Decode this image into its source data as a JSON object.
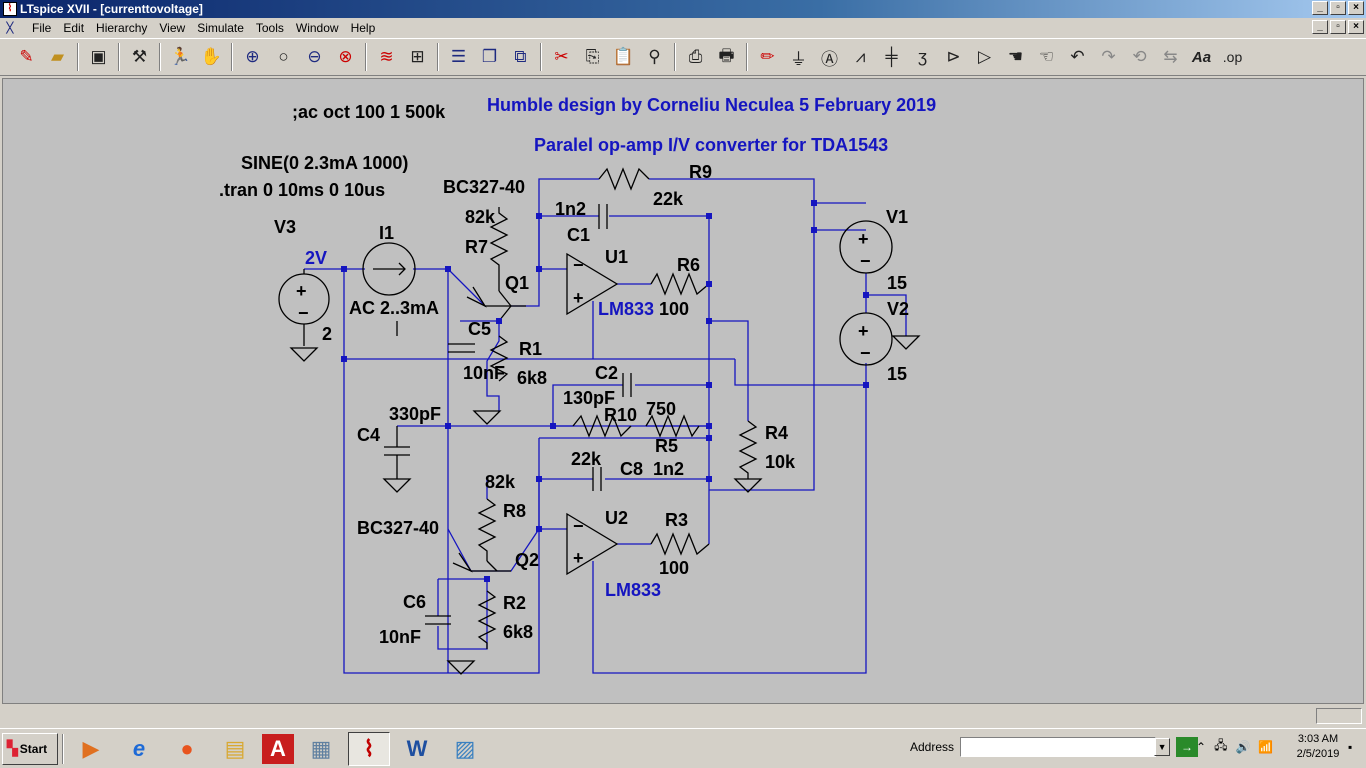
{
  "window": {
    "title": "LTspice XVII - [currenttovoltage]",
    "min_label": "_",
    "restore_label": "▫",
    "close_label": "×"
  },
  "menu": {
    "items": [
      "File",
      "Edit",
      "Hierarchy",
      "View",
      "Simulate",
      "Tools",
      "Window",
      "Help"
    ]
  },
  "toolbar": {
    "buttons": [
      {
        "name": "new-schematic-icon"
      },
      {
        "name": "open-icon"
      },
      {
        "name": "save-icon"
      },
      {
        "name": "control-panel-icon"
      },
      {
        "name": "run-icon"
      },
      {
        "name": "halt-icon"
      },
      {
        "name": "zoom-in-icon"
      },
      {
        "name": "zoom-pan-icon"
      },
      {
        "name": "zoom-out-icon"
      },
      {
        "name": "zoom-fit-icon"
      },
      {
        "name": "autoscale-icon"
      },
      {
        "name": "grid-icon"
      },
      {
        "name": "tile-horizontal-icon"
      },
      {
        "name": "cascade-icon"
      },
      {
        "name": "tile-vertical-icon"
      },
      {
        "name": "cut-icon"
      },
      {
        "name": "copy-icon"
      },
      {
        "name": "paste-icon"
      },
      {
        "name": "find-icon"
      },
      {
        "name": "print-setup-icon"
      },
      {
        "name": "print-icon"
      },
      {
        "name": "draw-wire-icon"
      },
      {
        "name": "ground-icon"
      },
      {
        "name": "label-net-icon"
      },
      {
        "name": "resistor-icon"
      },
      {
        "name": "capacitor-icon"
      },
      {
        "name": "inductor-icon"
      },
      {
        "name": "diode-icon"
      },
      {
        "name": "component-icon"
      },
      {
        "name": "move-icon"
      },
      {
        "name": "drag-icon"
      },
      {
        "name": "undo-icon"
      },
      {
        "name": "redo-icon"
      },
      {
        "name": "rotate-icon"
      },
      {
        "name": "mirror-icon"
      },
      {
        "name": "text-icon"
      },
      {
        "name": "spice-directive-icon"
      }
    ],
    "spice_label": ".op",
    "text_label": "Aa"
  },
  "schematic": {
    "texts": {
      "ac_directive": ";ac oct 100 1 500k",
      "title1": "Humble design by Corneliu Neculea 5 February 2019",
      "title2": "Paralel op-amp I/V converter  for TDA1543",
      "sine": "SINE(0 2.3mA 1000)",
      "tran": ".tran 0 10ms 0 10us",
      "v3_name": "V3",
      "v3_value": "2V",
      "v3_val2": "2",
      "i1_name": "I1",
      "i1_value": "AC 2..3mA",
      "bc327_1": "BC327-40",
      "r7_val": "82k",
      "r7_name": "R7",
      "q1_name": "Q1",
      "c5_name": "C5",
      "c5_val": "10nF",
      "r1_name": "R1",
      "r1_val": "6k8",
      "r9_name": "R9",
      "r9_val": "22k",
      "c1_val": "1n2",
      "c1_name": "C1",
      "u1_name": "U1",
      "u1_model": "LM833",
      "r6_name": "R6",
      "r6_val": "100",
      "v1_name": "V1",
      "v1_val": "15",
      "v2_name": "V2",
      "v2_val": "15",
      "c2_name": "C2",
      "c2_val": "130pF",
      "c4_val": "330pF",
      "c4_name": "C4",
      "r10_name": "R10",
      "r10_val": "22k",
      "r5_val": "750",
      "r5_name": "R5",
      "c8_name": "C8",
      "c8_val": "1n2",
      "r4_name": "R4",
      "r4_val": "10k",
      "r8_val": "82k",
      "r8_name": "R8",
      "bc327_2": "BC327-40",
      "q2_name": "Q2",
      "u2_name": "U2",
      "u2_model": "LM833",
      "r3_name": "R3",
      "r3_val": "100",
      "c6_name": "C6",
      "c6_val": "10nF",
      "r2_name": "R2",
      "r2_val": "6k8"
    }
  },
  "taskbar": {
    "start_label": "Start",
    "apps": [
      {
        "name": "media-player-icon",
        "glyph": "▶",
        "color": "#e07020"
      },
      {
        "name": "internet-explorer-icon",
        "glyph": "e",
        "color": "#1e6ad6"
      },
      {
        "name": "firefox-icon",
        "glyph": "●",
        "color": "#e8541e"
      },
      {
        "name": "file-explorer-icon",
        "glyph": "▤",
        "color": "#d8a830"
      },
      {
        "name": "acrobat-icon",
        "glyph": "A",
        "color": "#c81e1e"
      },
      {
        "name": "calculator-icon",
        "glyph": "▦",
        "color": "#6080a0"
      },
      {
        "name": "ltspice-icon",
        "glyph": "⌇",
        "color": "#c00000"
      },
      {
        "name": "word-icon",
        "glyph": "W",
        "color": "#1e4fa0"
      },
      {
        "name": "image-viewer-icon",
        "glyph": "▨",
        "color": "#3a80c0"
      }
    ],
    "address_label": "Address",
    "address_value": "",
    "go_label": "→",
    "clock_time": "3:03 AM",
    "clock_date": "2/5/2019"
  }
}
